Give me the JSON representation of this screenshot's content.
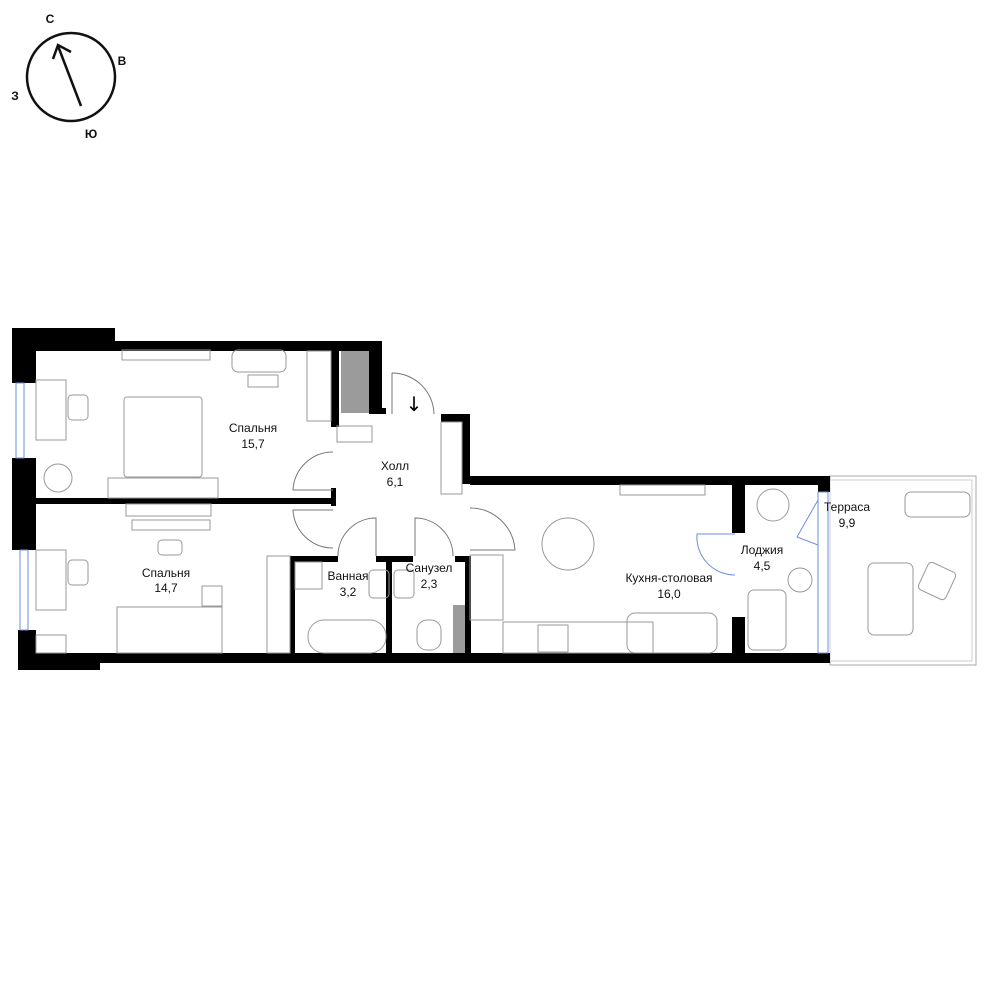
{
  "compass": {
    "north": "С",
    "east": "В",
    "west": "З",
    "south": "Ю"
  },
  "rooms": [
    {
      "name": "Спальня",
      "area": "15,7"
    },
    {
      "name": "Спальня",
      "area": "14,7"
    },
    {
      "name": "Холл",
      "area": "6,1"
    },
    {
      "name": "Ванная",
      "area": "3,2"
    },
    {
      "name": "Санузел",
      "area": "2,3"
    },
    {
      "name": "Кухня-столовая",
      "area": "16,0"
    },
    {
      "name": "Лоджия",
      "area": "4,5"
    },
    {
      "name": "Терраса",
      "area": "9,9"
    }
  ],
  "colors": {
    "wall": "#000000",
    "furniture": "#9a9a9a",
    "window": "#6f8fd8",
    "closet": "#9b9b9b"
  }
}
